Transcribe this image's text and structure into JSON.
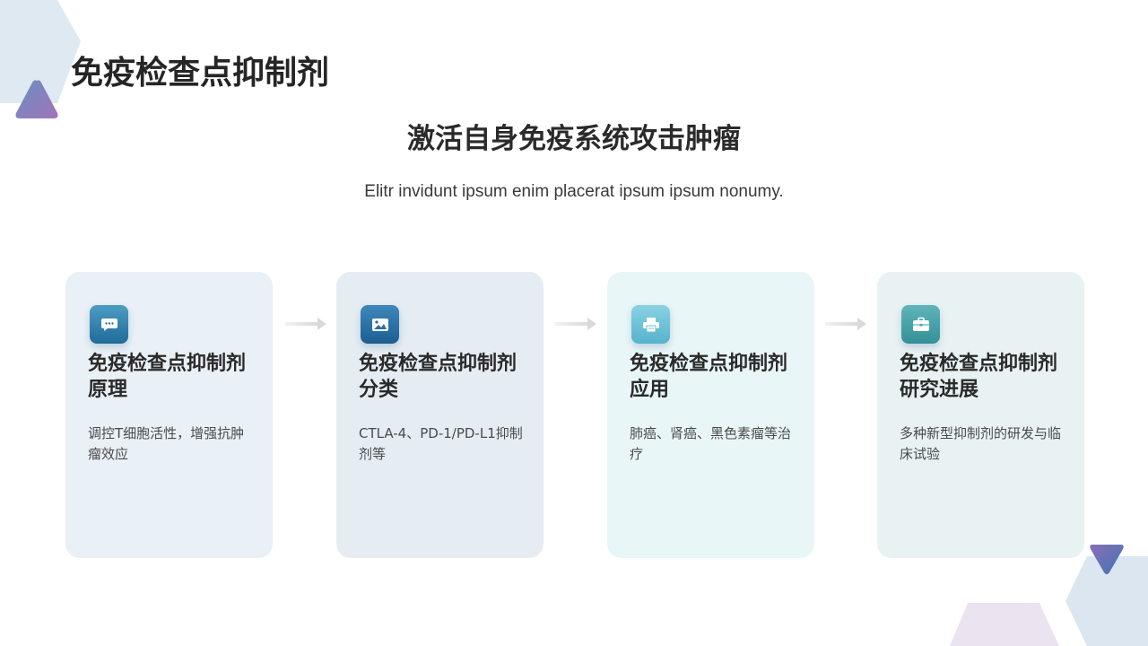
{
  "title": "免疫检查点抑制剂",
  "subtitle": "激活自身免疫系统攻击肿瘤",
  "description": "Elitr invidunt ipsum enim placerat ipsum ipsum nonumy.",
  "cards": [
    {
      "icon": "chat-bubble-icon",
      "title": "免疫检查点抑制剂原理",
      "text": "调控T细胞活性，增强抗肿瘤效应"
    },
    {
      "icon": "image-icon",
      "title": "免疫检查点抑制剂分类",
      "text": "CTLA-4、PD-1/PD-L1抑制剂等"
    },
    {
      "icon": "printer-icon",
      "title": "免疫检查点抑制剂应用",
      "text": "肺癌、肾癌、黑色素瘤等治疗"
    },
    {
      "icon": "briefcase-icon",
      "title": "免疫检查点抑制剂研究进展",
      "text": "多种新型抑制剂的研发与临床试验"
    }
  ],
  "colors": {
    "card_backgrounds": [
      "#e9f0f6",
      "#e5edf3",
      "#e9f6f8",
      "#e8f2f3"
    ],
    "icon_gradients": [
      [
        "#4e9cc4",
        "#1f6b9a"
      ],
      [
        "#3f87bd",
        "#1c5e92"
      ],
      [
        "#8ad2e2",
        "#56b3cc"
      ],
      [
        "#5fb5ba",
        "#348f98"
      ]
    ]
  }
}
